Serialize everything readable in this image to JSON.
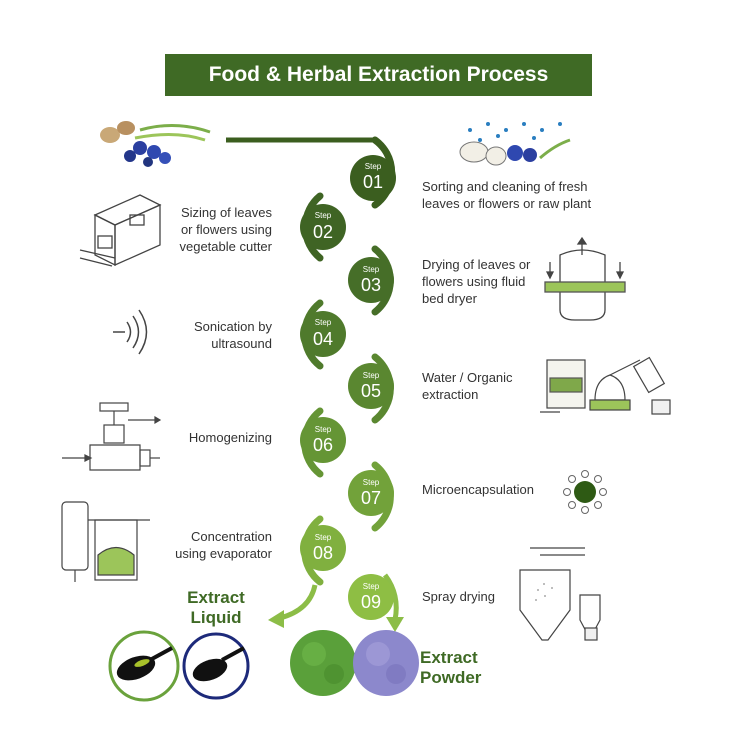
{
  "title": "Food & Herbal Extraction Process",
  "step_word": "Step",
  "steps": [
    {
      "num": "01",
      "label": "Sorting and cleaning of fresh leaves or flowers or raw plant",
      "color": "#3b5e1f"
    },
    {
      "num": "02",
      "label": "Sizing of leaves or flowers using vegetable cutter",
      "color": "#3f6424"
    },
    {
      "num": "03",
      "label": "Drying of leaves or flowers using fluid bed dryer",
      "color": "#466e28"
    },
    {
      "num": "04",
      "label": "Sonication by ultrasound",
      "color": "#4f7a2c"
    },
    {
      "num": "05",
      "label": "Water / Organic extraction",
      "color": "#5a8730"
    },
    {
      "num": "06",
      "label": "Homogenizing",
      "color": "#659535"
    },
    {
      "num": "07",
      "label": "Microencapsulation",
      "color": "#72a23a"
    },
    {
      "num": "08",
      "label": "Concentration using evaporator",
      "color": "#80b03f"
    },
    {
      "num": "09",
      "label": "Spray drying",
      "color": "#8ebe44"
    }
  ],
  "outputs": {
    "liquid": "Extract Liquid",
    "powder": "Extract Powder"
  },
  "colors": {
    "title_bg": "#3f6a25",
    "dark_green": "#3b5e1f",
    "light_green": "#8ebe44",
    "arrow_green": "#8cbd47"
  }
}
